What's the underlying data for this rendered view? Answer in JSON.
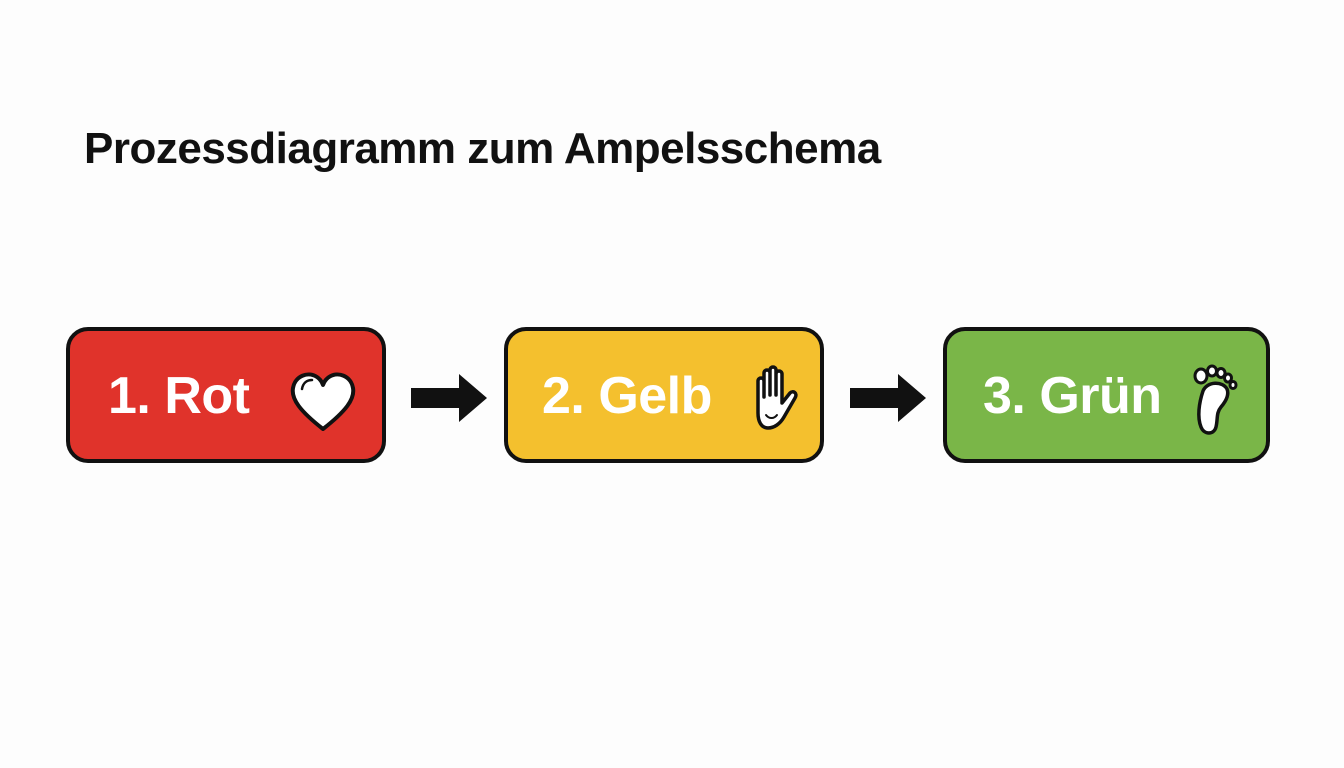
{
  "title": "Prozessdiagramm zum Ampelsschema",
  "steps": [
    {
      "label": "1. Rot",
      "color": "#e0332b",
      "icon": "heart-icon"
    },
    {
      "label": "2. Gelb",
      "color": "#f4c02e",
      "icon": "hand-icon"
    },
    {
      "label": "3. Grün",
      "color": "#7ab648",
      "icon": "footprint-icon"
    }
  ]
}
